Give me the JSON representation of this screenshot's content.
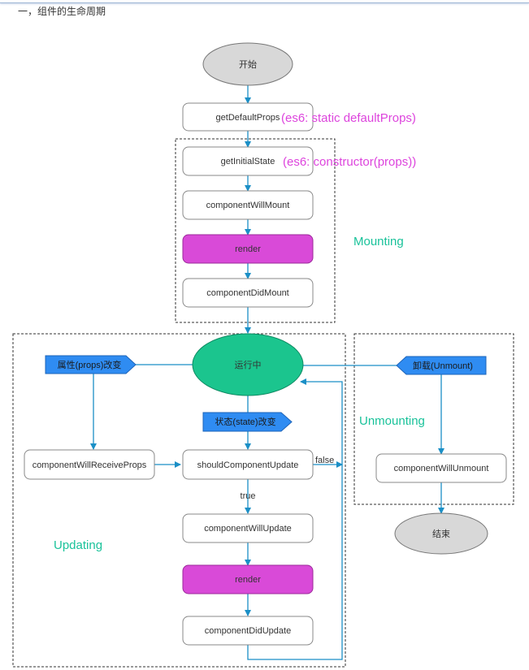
{
  "heading": "一，组件的生命周期",
  "nodes": {
    "start": "开始",
    "getDefaultProps": "getDefaultProps",
    "getInitialState": "getInitialState",
    "componentWillMount": "componentWillMount",
    "render1": "render",
    "componentDidMount": "componentDidMount",
    "running": "运行中",
    "componentWillReceiveProps": "componentWillReceiveProps",
    "shouldComponentUpdate": "shouldComponentUpdate",
    "componentWillUpdate": "componentWillUpdate",
    "render2": "render",
    "componentDidUpdate": "componentDidUpdate",
    "componentWillUnmount": "componentWillUnmount",
    "end": "结束"
  },
  "annotations": {
    "defaultProps": "(es6: static defaultProps)",
    "initialState": "(es6: constructor(props))"
  },
  "triggers": {
    "propsChange": "属性(props)改变",
    "stateChange": "状态(state)改变",
    "unmount": "卸载(Unmount)"
  },
  "edge_labels": {
    "false": "false",
    "true": "true"
  },
  "sections": {
    "mounting": "Mounting",
    "updating": "Updating",
    "unmounting": "Unmounting"
  },
  "colors": {
    "arrow": "#1b8fc6",
    "render": "#d94ad8",
    "running": "#1bc58e",
    "terminal": "#d8d8d8",
    "flag": "#2f8cf2",
    "annotation": "#dd44dd",
    "section": "#19c29a"
  }
}
